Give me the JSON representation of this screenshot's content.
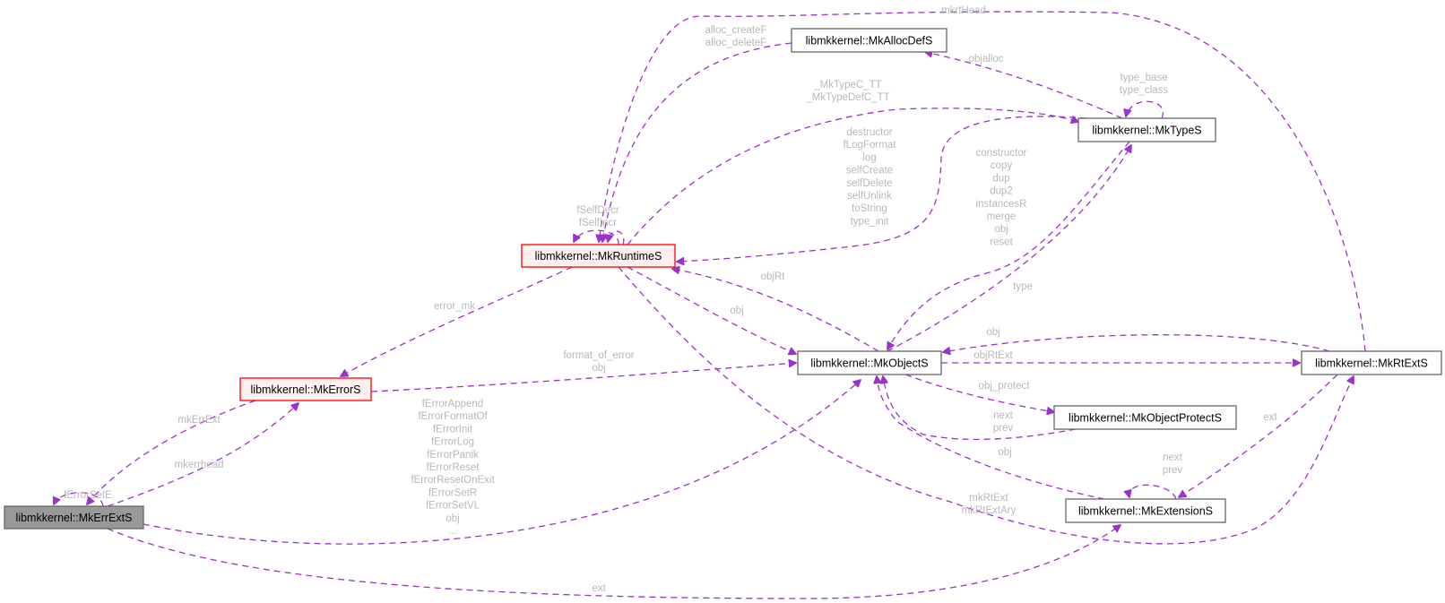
{
  "diagram": {
    "type": "collaboration-graph",
    "colors": {
      "edge": "#9a32cd",
      "edge_label": "#b8b8b8",
      "node_border_default": "#666666",
      "node_fill_default": "#ffffff",
      "node_border_error": "#ff0000",
      "node_fill_error": "#fff0f0",
      "node_fill_focus": "#999999",
      "node_border_focus": "#666666"
    },
    "nodes": [
      {
        "id": "MkErrExtS",
        "label": "libmkkernel::MkErrExtS",
        "style": "focus"
      },
      {
        "id": "MkErrorS",
        "label": "libmkkernel::MkErrorS",
        "style": "error"
      },
      {
        "id": "MkRuntimeS",
        "label": "libmkkernel::MkRuntimeS",
        "style": "error"
      },
      {
        "id": "MkAllocDefS",
        "label": "libmkkernel::MkAllocDefS",
        "style": "default"
      },
      {
        "id": "MkTypeS",
        "label": "libmkkernel::MkTypeS",
        "style": "default"
      },
      {
        "id": "MkObjectS",
        "label": "libmkkernel::MkObjectS",
        "style": "default"
      },
      {
        "id": "MkRtExtS",
        "label": "libmkkernel::MkRtExtS",
        "style": "default"
      },
      {
        "id": "MkObjectProtectS",
        "label": "libmkkernel::MkObjectProtectS",
        "style": "default"
      },
      {
        "id": "MkExtensionS",
        "label": "libmkkernel::MkExtensionS",
        "style": "default"
      }
    ],
    "edges": [
      {
        "id": "e1",
        "from": "MkErrExtS",
        "to": "MkErrExtS",
        "labels": [
          "fErrorSetE"
        ]
      },
      {
        "id": "e2",
        "from": "MkErrorS",
        "to": "MkErrExtS",
        "labels": [
          "mkErrExt"
        ]
      },
      {
        "id": "e3",
        "from": "MkErrExtS",
        "to": "MkErrorS",
        "labels": [
          "mkerrhead"
        ]
      },
      {
        "id": "e4",
        "from": "MkRuntimeS",
        "to": "MkErrorS",
        "labels": [
          "error_mk"
        ]
      },
      {
        "id": "e5",
        "from": "MkErrorS",
        "to": "MkObjectS",
        "labels": [
          "format_of_error",
          "obj"
        ]
      },
      {
        "id": "e6",
        "from": "MkErrExtS",
        "to": "MkObjectS",
        "labels": [
          "fErrorAppend",
          "fErrorFormatOf",
          "fErrorInit",
          "fErrorLog",
          "fErrorPanik",
          "fErrorReset",
          "fErrorResetOnExit",
          "fErrorSetR",
          "fErrorSetVL",
          "obj",
          "..."
        ]
      },
      {
        "id": "e7",
        "from": "MkErrExtS",
        "to": "MkExtensionS",
        "labels": [
          "ext"
        ]
      },
      {
        "id": "e8",
        "from": "MkRuntimeS",
        "to": "MkRuntimeS",
        "labels": [
          "fSelfDecr",
          "fSelfIncr"
        ]
      },
      {
        "id": "e9",
        "from": "MkAllocDefS",
        "to": "MkRuntimeS",
        "labels": [
          "alloc_createF",
          "alloc_deleteF"
        ]
      },
      {
        "id": "e10",
        "from": "MkRtExtS",
        "to": "MkRuntimeS",
        "labels": [
          "mkrtHead"
        ]
      },
      {
        "id": "e11",
        "from": "MkRuntimeS",
        "to": "MkTypeS",
        "labels": [
          "_MkTypeC_TT",
          "_MkTypeDefC_TT"
        ]
      },
      {
        "id": "e12",
        "from": "MkTypeS",
        "to": "MkRuntimeS",
        "labels": [
          "destructor",
          "fLogFormat",
          "log",
          "selfCreate",
          "selfDelete",
          "selfUnlink",
          "toString",
          "type_init"
        ]
      },
      {
        "id": "e13",
        "from": "MkTypeS",
        "to": "MkAllocDefS",
        "labels": [
          "objalloc"
        ]
      },
      {
        "id": "e14",
        "from": "MkTypeS",
        "to": "MkTypeS",
        "labels": [
          "type_base",
          "type_class"
        ]
      },
      {
        "id": "e15",
        "from": "MkTypeS",
        "to": "MkObjectS",
        "labels": [
          "constructor",
          "copy",
          "dup",
          "dup2",
          "instancesR",
          "merge",
          "obj",
          "reset"
        ]
      },
      {
        "id": "e16",
        "from": "MkObjectS",
        "to": "MkTypeS",
        "labels": [
          "type"
        ]
      },
      {
        "id": "e17",
        "from": "MkObjectS",
        "to": "MkRuntimeS",
        "labels": [
          "objRt"
        ]
      },
      {
        "id": "e18",
        "from": "MkRuntimeS",
        "to": "MkObjectS",
        "labels": [
          "obj"
        ]
      },
      {
        "id": "e19",
        "from": "MkRuntimeS",
        "to": "MkRtExtS",
        "labels": [
          "mkRtExt",
          "mkRtExtAry"
        ]
      },
      {
        "id": "e20",
        "from": "MkRtExtS",
        "to": "MkObjectS",
        "labels": [
          "obj"
        ]
      },
      {
        "id": "e21",
        "from": "MkObjectS",
        "to": "MkRtExtS",
        "labels": [
          "objRtExt"
        ]
      },
      {
        "id": "e22",
        "from": "MkObjectS",
        "to": "MkObjectProtectS",
        "labels": [
          "obj_protect"
        ]
      },
      {
        "id": "e23",
        "from": "MkObjectProtectS",
        "to": "MkObjectS",
        "labels": [
          "next",
          "prev"
        ]
      },
      {
        "id": "e24",
        "from": "MkExtensionS",
        "to": "MkObjectS",
        "labels": [
          "obj"
        ]
      },
      {
        "id": "e25",
        "from": "MkExtensionS",
        "to": "MkExtensionS",
        "labels": [
          "next",
          "prev"
        ]
      },
      {
        "id": "e26",
        "from": "MkRtExtS",
        "to": "MkExtensionS",
        "labels": [
          "ext"
        ]
      }
    ]
  }
}
